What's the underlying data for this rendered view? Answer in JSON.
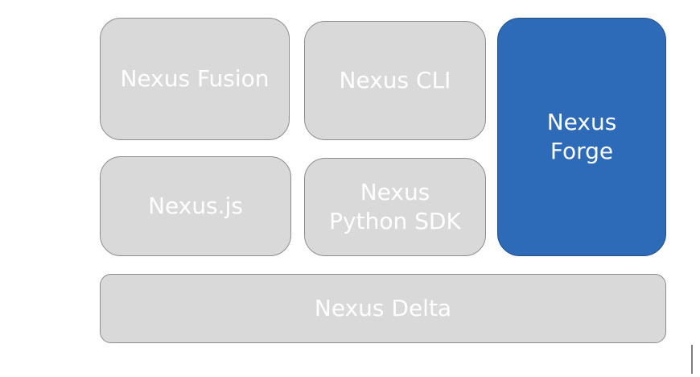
{
  "diagram": {
    "boxes": {
      "nexus_fusion": "Nexus Fusion",
      "nexus_cli": "Nexus CLI",
      "nexus_forge": "Nexus\nForge",
      "nexus_js": "Nexus.js",
      "nexus_python_sdk": "Nexus\nPython SDK",
      "nexus_delta": "Nexus Delta"
    },
    "colors": {
      "gray_fill": "#d9d9d9",
      "gray_border": "#8c8c8c",
      "highlight_fill": "#2d6bb8",
      "highlight_border": "#274f86",
      "text": "#ffffff"
    }
  }
}
